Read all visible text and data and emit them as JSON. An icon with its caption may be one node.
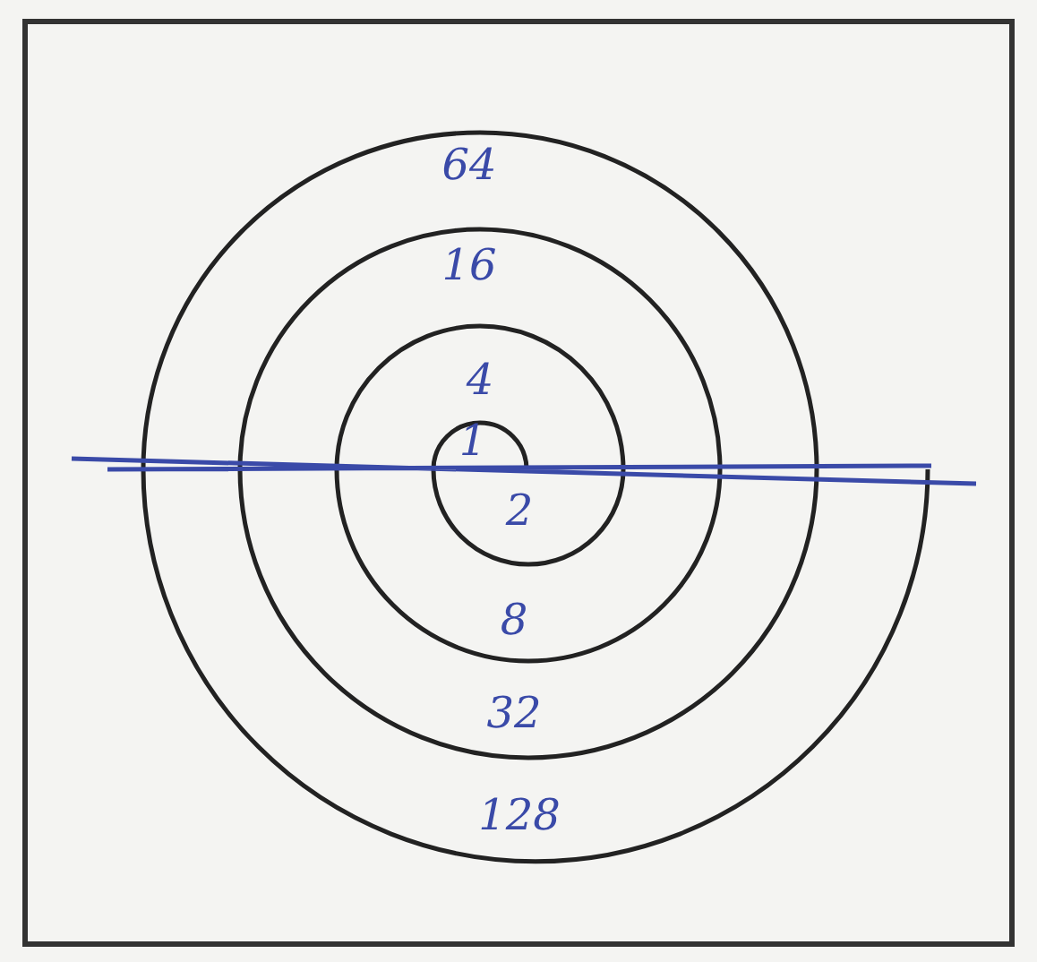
{
  "diagram": {
    "labels": [
      "64",
      "16",
      "4",
      "1",
      "2",
      "8",
      "32",
      "128"
    ]
  }
}
